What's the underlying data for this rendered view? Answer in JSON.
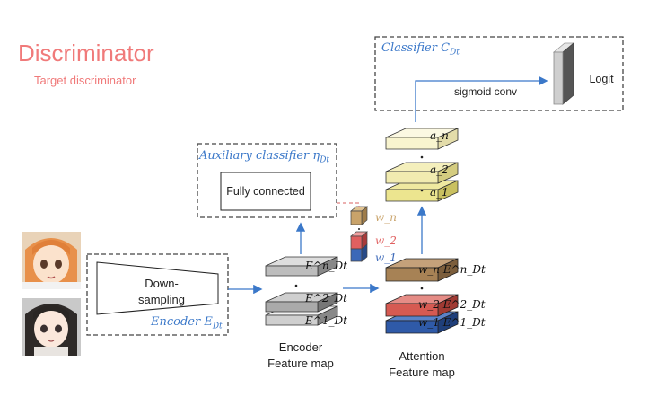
{
  "header": {
    "title": "Discriminator",
    "subtitle": "Target discriminator"
  },
  "encoder": {
    "block_label_line1": "Down-",
    "block_label_line2": "sampling",
    "label": "Encoder E",
    "label_sub": "Dt"
  },
  "auxiliary": {
    "label": "Auxiliary classifier η",
    "label_sub": "Dt",
    "box_label": "Fully connected"
  },
  "classifier": {
    "label": "Classifier C",
    "label_sub": "Dt",
    "conv_label": "sigmoid conv",
    "output_label": "Logit"
  },
  "encoder_feature_map": {
    "caption_line1": "Encoder",
    "caption_line2": "Feature map",
    "layers": [
      "E^n_Dt",
      "E^2_Dt",
      "E^1_Dt"
    ]
  },
  "attention_feature_map": {
    "caption_line1": "Attention",
    "caption_line2": "Feature map",
    "layers": [
      "w_n E^n_Dt",
      "w_2 E^2_Dt",
      "w_1 E^1_Dt"
    ]
  },
  "activations": [
    "a_n",
    "a_2",
    "a_1"
  ],
  "weights": [
    "w_n",
    "w_2",
    "w_1"
  ],
  "colors": {
    "title": "#f07a7a",
    "accent_blue": "#3b78c9",
    "weight_n": "#c9a36a",
    "weight_2": "#e06060",
    "weight_1": "#3b68b8",
    "activation_light": "#f8f4cf",
    "activation_mid": "#ece58f",
    "attention_n": "#a78255",
    "attention_2": "#d65a52",
    "attention_1": "#2f5aa8"
  }
}
